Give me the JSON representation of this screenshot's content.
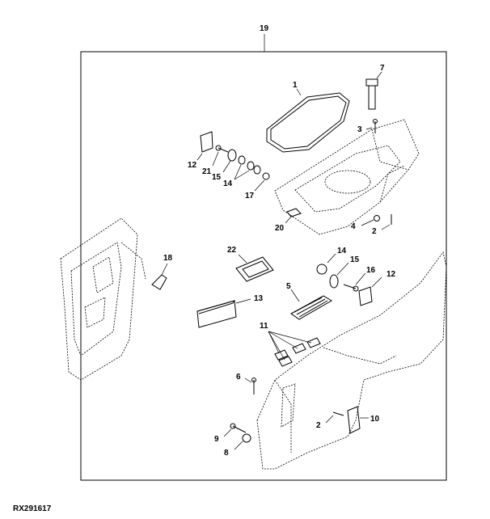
{
  "figure_id": "RX291617",
  "assembly_callout": "19",
  "callouts": {
    "c1": "1",
    "c2a": "2",
    "c2b": "2",
    "c3": "3",
    "c4": "4",
    "c5": "5",
    "c6": "6",
    "c7": "7",
    "c8": "8",
    "c9": "9",
    "c10": "10",
    "c11": "11",
    "c12a": "12",
    "c12b": "12",
    "c13": "13",
    "c14a": "14",
    "c14b": "14",
    "c15a": "15",
    "c15b": "15",
    "c16": "16",
    "c17": "17",
    "c18": "18",
    "c20": "20",
    "c21": "21",
    "c22": "22"
  }
}
